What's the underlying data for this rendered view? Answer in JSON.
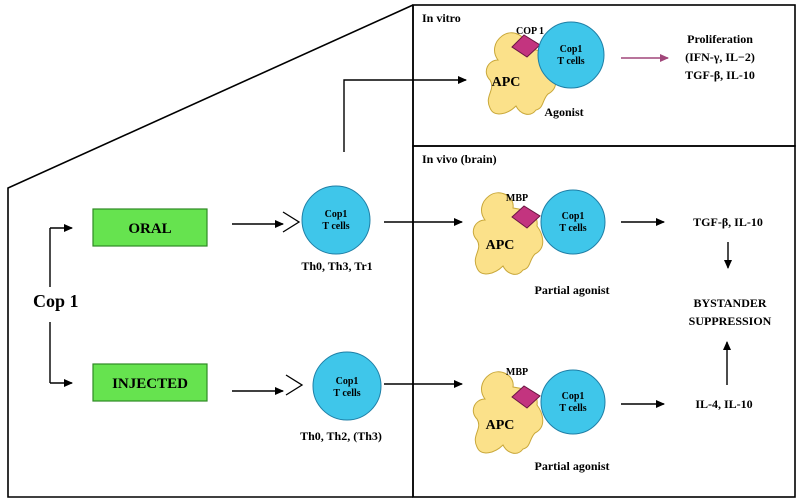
{
  "colors": {
    "cell_fill": "#3fc6ea",
    "apc_fill": "#fbe18a",
    "box_fill": "#66e34f",
    "box_stroke": "#2f8a24",
    "mhc_fill": "#c3347f",
    "arrow_pink": "#a1467a"
  },
  "source": {
    "label": "Cop 1"
  },
  "routes": {
    "oral": "ORAL",
    "injected": "INJECTED"
  },
  "tcell": {
    "line1": "Cop1",
    "line2": "T cells"
  },
  "oral_cell_caption": "Th0, Th3, Tr1",
  "injected_cell_caption": "Th0, Th2, (Th3)",
  "invitro": {
    "title": "In vitro",
    "mhc_label": "COP 1",
    "apc": "APC",
    "agonist": "Agonist",
    "output_line1": "Proliferation",
    "output_line2": "(IFN-γ, IL−2)",
    "output_line3": "TGF-β, IL-10"
  },
  "invivo": {
    "title": "In vivo (brain)",
    "mbp_label": "MBP",
    "apc": "APC",
    "partial_agonist": "Partial agonist",
    "output_top": "TGF-β, IL-10",
    "output_bottom": "IL-4, IL-10",
    "bystander_line1": "BYSTANDER",
    "bystander_line2": "SUPPRESSION"
  }
}
